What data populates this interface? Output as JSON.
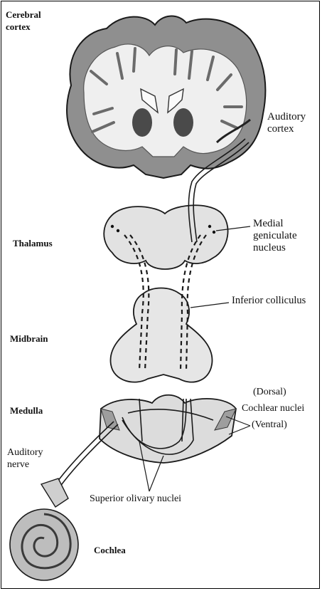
{
  "labels": {
    "cerebral_cortex": "Cerebral\ncortex",
    "auditory_cortex": "Auditory\ncortex",
    "thalamus": "Thalamus",
    "medial_geniculate": "Medial\ngeniculate\nnucleus",
    "inferior_colliculus": "Inferior colliculus",
    "midbrain": "Midbrain",
    "medulla": "Medulla",
    "dorsal": "(Dorsal)",
    "cochlear_nuclei": "Cochlear nuclei",
    "ventral": "(Ventral)",
    "auditory_nerve": "Auditory\nnerve",
    "superior_olivary": "Superior olivary nuclei",
    "cochlea": "Cochlea"
  },
  "colors": {
    "ink": "#1a1a1a",
    "gray_matter": "#9a9a9a",
    "white_matter": "#f2f2f2",
    "brainstem": "#e4e4e4"
  }
}
